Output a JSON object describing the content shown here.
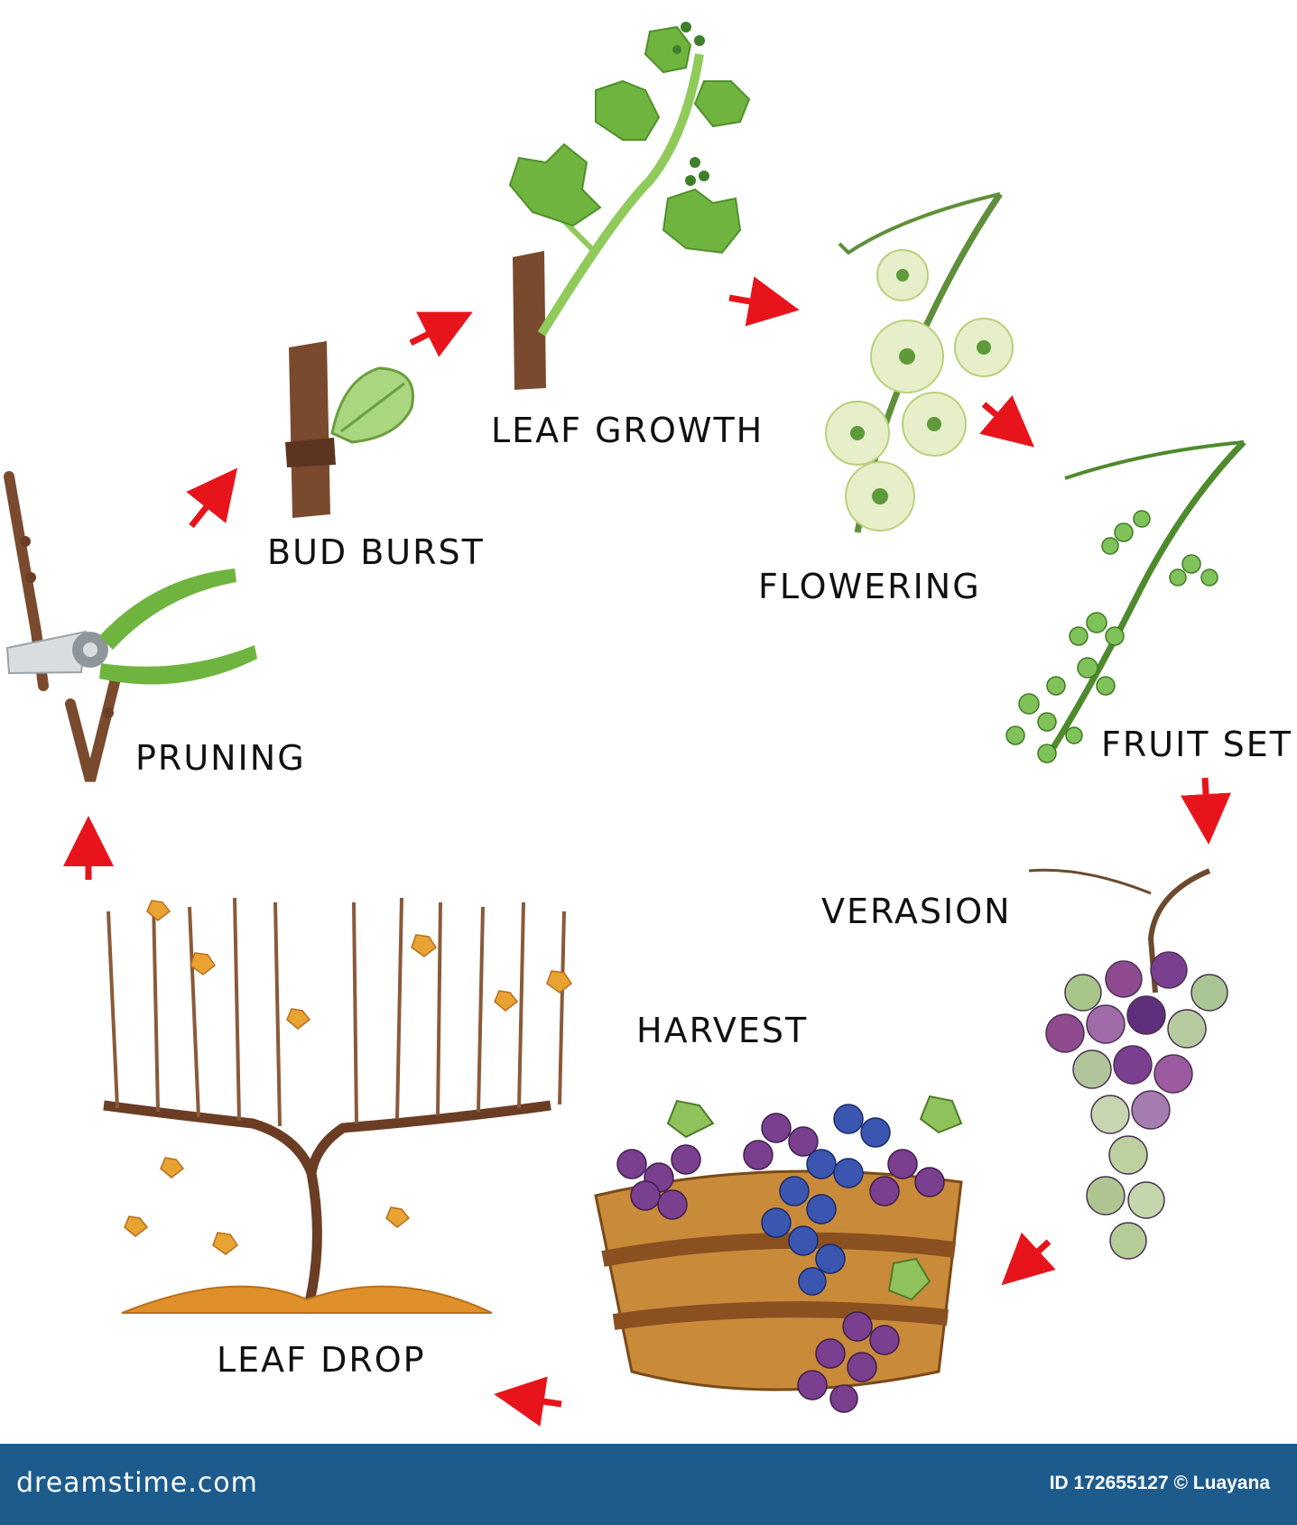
{
  "stages": {
    "pruning": "PRUNING",
    "bud_burst": "BUD BURST",
    "leaf_growth": "LEAF GROWTH",
    "flowering": "FLOWERING",
    "fruit_set": "FRUIT SET",
    "verasion": "VERASION",
    "harvest": "HARVEST",
    "leaf_drop": "LEAF DROP"
  },
  "footer": {
    "brand": "dreamstime.com",
    "credit": "ID 172655127 © Luayana"
  },
  "colors": {
    "arrow": "#e8141b",
    "leaf_green": "#6fb43f",
    "stem_brown": "#7a4a2e",
    "grape_purple": "#7a3f8e",
    "grape_blue": "#3a56b0",
    "autumn_leaf": "#e8a332",
    "footer_bg": "#1d5b8c"
  }
}
